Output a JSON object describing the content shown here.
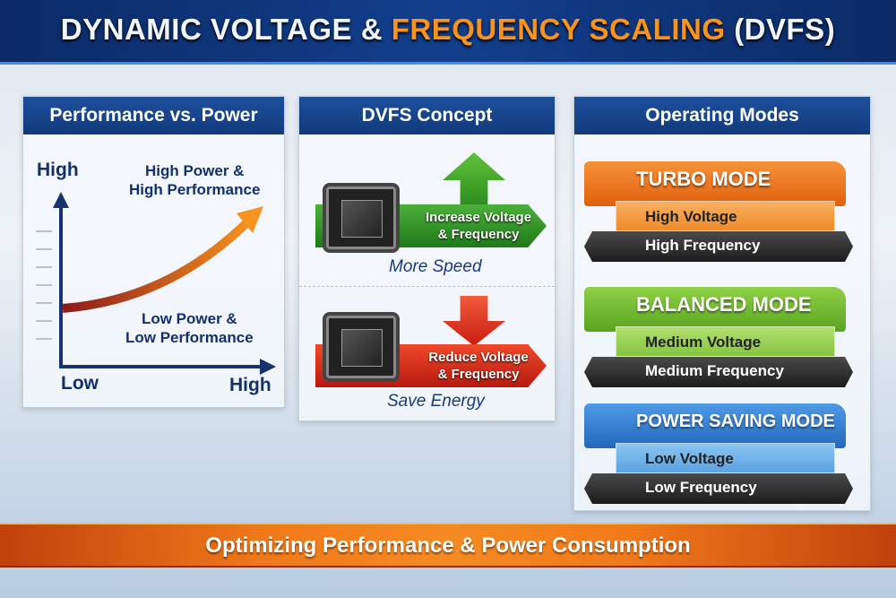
{
  "title": {
    "part1": "DYNAMIC VOLTAGE &",
    "part2": "FREQUENCY SCALING",
    "part3": "(DVFS)"
  },
  "panels": {
    "perf": {
      "heading": "Performance vs. Power",
      "y_high": "High",
      "x_low": "Low",
      "x_high": "High",
      "top_label_1": "High Power &",
      "top_label_2": "High Performance",
      "bottom_label_1": "Low Power &",
      "bottom_label_2": "Low Performance"
    },
    "concept": {
      "heading": "DVFS Concept",
      "increase_1": "Increase Voltage",
      "increase_2": "& Frequency",
      "more_speed": "More Speed",
      "reduce_1": "Reduce Voltage",
      "reduce_2": "& Frequency",
      "save_energy": "Save Energy"
    },
    "modes": {
      "heading": "Operating Modes",
      "items": [
        {
          "name": "TURBO MODE",
          "voltage": "High Voltage",
          "frequency": "High Frequency",
          "color": "#f07818",
          "light": "#f7a040"
        },
        {
          "name": "BALANCED MODE",
          "voltage": "Medium Voltage",
          "frequency": "Medium Frequency",
          "color": "#6cb82a",
          "light": "#9ad24e"
        },
        {
          "name": "POWER SAVING MODE",
          "voltage": "Low Voltage",
          "frequency": "Low Frequency",
          "color": "#2f7fd0",
          "light": "#6fb0ea"
        }
      ]
    }
  },
  "footer": "Optimizing Performance & Power Consumption"
}
